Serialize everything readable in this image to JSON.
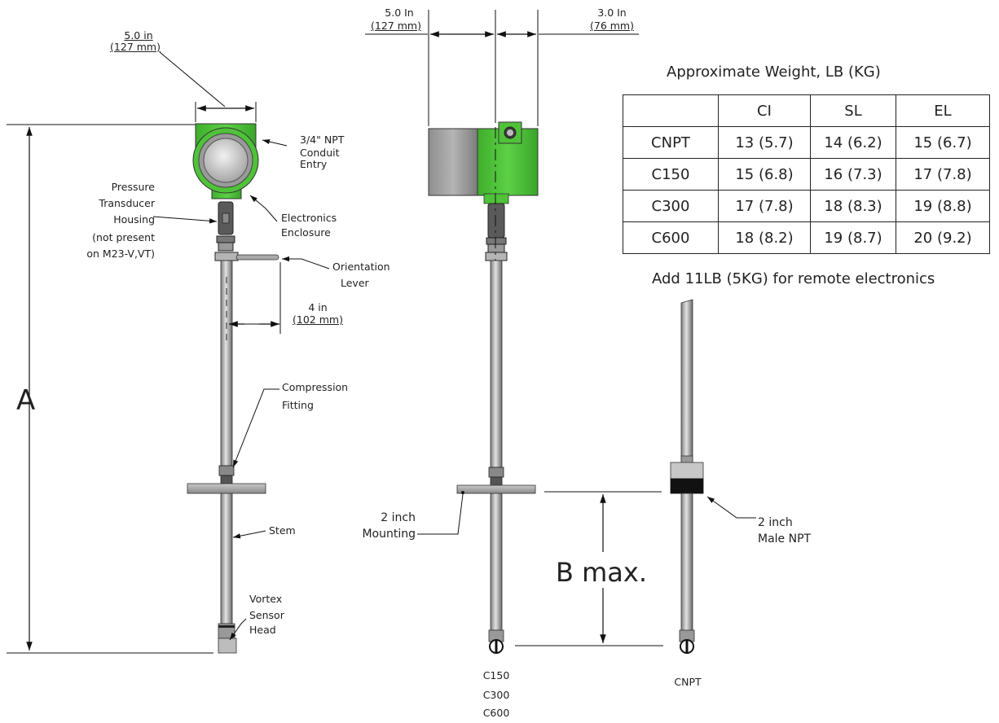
{
  "weight_table": {
    "title": "Approximate Weight, LB (KG)",
    "header": [
      "",
      "CI",
      "SL",
      "EL"
    ],
    "rows": [
      [
        "CNPT",
        "13 (5.7)",
        "14 (6.2)",
        "15 (6.7)"
      ],
      [
        "C150",
        "15 (6.8)",
        "16 (7.3)",
        "17 (7.8)"
      ],
      [
        "C300",
        "17 (7.8)",
        "18 (8.3)",
        "19 (8.8)"
      ],
      [
        "C600",
        "18 (8.2)",
        "19 (8.7)",
        "20 (9.2)"
      ]
    ],
    "note": "Add 11LB (5KG) for remote electronics"
  },
  "front_view": {
    "width_line1": "5.0 in",
    "width_line2": "(127 mm)",
    "conduit_lines": [
      "3/4\" NPT",
      "Conduit",
      "Entry"
    ],
    "transducer_lines": [
      "Pressure",
      "Transducer",
      "Housing",
      "(not present",
      "on M23-V,VT)"
    ],
    "electronics_lines": [
      "Electronics",
      "Enclosure"
    ],
    "lever_lines": [
      "Orientation",
      "Lever"
    ],
    "lever_dim_line1": "4 in",
    "lever_dim_line2": "(102 mm)",
    "compression_lines": [
      "Compression",
      "Fitting"
    ],
    "stem_label": "Stem",
    "sensor_lines": [
      "Vortex",
      "Sensor",
      "Head"
    ],
    "dimension_a": "A"
  },
  "side_view": {
    "left_dim_line1": "5.0 In",
    "left_dim_line2": "(127 mm)",
    "right_dim_line1": "3.0 In",
    "right_dim_line2": "(76 mm)",
    "mounting_lines": [
      "2 inch",
      "Mounting"
    ],
    "dimension_b": "B max.",
    "flange_models": [
      "C150",
      "C300",
      "C600"
    ]
  },
  "npt_view": {
    "npt_lines": [
      "2 inch",
      "Male NPT"
    ],
    "model": "CNPT"
  },
  "colors": {
    "enclosure_green": "#4fc23a",
    "housing_gray": "#8f8f8f",
    "line": "#111111"
  }
}
